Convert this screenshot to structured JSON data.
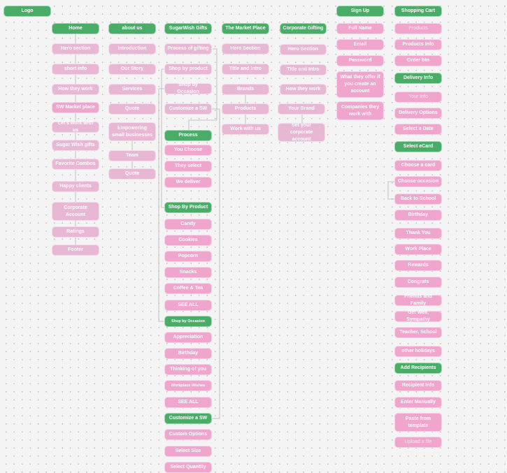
{
  "colors": {
    "header": "#49ad68",
    "node": "#f0a5cd",
    "node_muted": "#e8b7d3",
    "connector": "#b5b5b5"
  },
  "logo": "Logo",
  "home": {
    "title": "Home",
    "items": [
      "Hero section",
      "short info",
      "How they work",
      "SW Market place",
      "Let's work with us",
      "Sugar Wish gifts",
      "Favorite Combos",
      "Happy clients",
      "Corporate Account",
      "Ratings",
      "Footer"
    ]
  },
  "about": {
    "title": "about us",
    "items": [
      "Introduction",
      "Our Story",
      "Services",
      "Quote",
      "Empowering small businesses",
      "Team",
      "Quote"
    ]
  },
  "gifts": {
    "title": "SugarWish Gifts",
    "items": [
      "Process of gifting",
      "Shop by product",
      "Shop by Occasion",
      "Customize a SW"
    ],
    "process": {
      "title": "Process",
      "items": [
        "You Choose",
        "They select",
        "We deliver"
      ]
    },
    "by_product": {
      "title": "Shop By Product",
      "items": [
        "Candy",
        "Cookies",
        "Popcorn",
        "Snacks",
        "Coffee & Tea",
        "SEE ALL"
      ]
    },
    "by_occasion": {
      "title": "Shop by Occasion",
      "items": [
        "Appreciation",
        "Birthday",
        "Thinking of you",
        "Workplace Wishes",
        "SEE ALL"
      ]
    },
    "customize": {
      "title": "Customize a SW",
      "items": [
        "Custom Options",
        "Select Size",
        "Select Quantity"
      ]
    }
  },
  "market": {
    "title": "The Market Place",
    "items": [
      "Hero Section",
      "Title and Intro",
      "Brands",
      "Products",
      "Work with us"
    ]
  },
  "corporate": {
    "title": "Corporate Gifting",
    "items": [
      "Hero Section",
      "Title and Intro",
      "How they work",
      "Your Brand",
      "Set your corporate account"
    ]
  },
  "signup": {
    "title": "Sign Up",
    "items": [
      "Full Name",
      "Email",
      "Password",
      "What they offer if you create an account",
      "Companies they work with"
    ]
  },
  "cart": {
    "title": "Shopping Cart",
    "items": [
      "Products",
      "Products Info",
      "Order btn"
    ],
    "delivery": {
      "title": "Delivery Info",
      "items": [
        "Your Info",
        "Delivery Options",
        "Select  a Date"
      ]
    },
    "ecard": {
      "title": "Select eCard",
      "items": [
        "Choose a card",
        "Choose occasion",
        "Back to School",
        "Birthday",
        "Thank You",
        "Work Place",
        "Rewards",
        "Congrats",
        "Friends and Family",
        "Get Well, Sympathy",
        "Teacher, School",
        "other holidays"
      ]
    },
    "recipients": {
      "title": "Add Recipients",
      "items": [
        "Recipient Info",
        "Enter Manually",
        "Paste from template",
        "Upload a file"
      ]
    }
  }
}
